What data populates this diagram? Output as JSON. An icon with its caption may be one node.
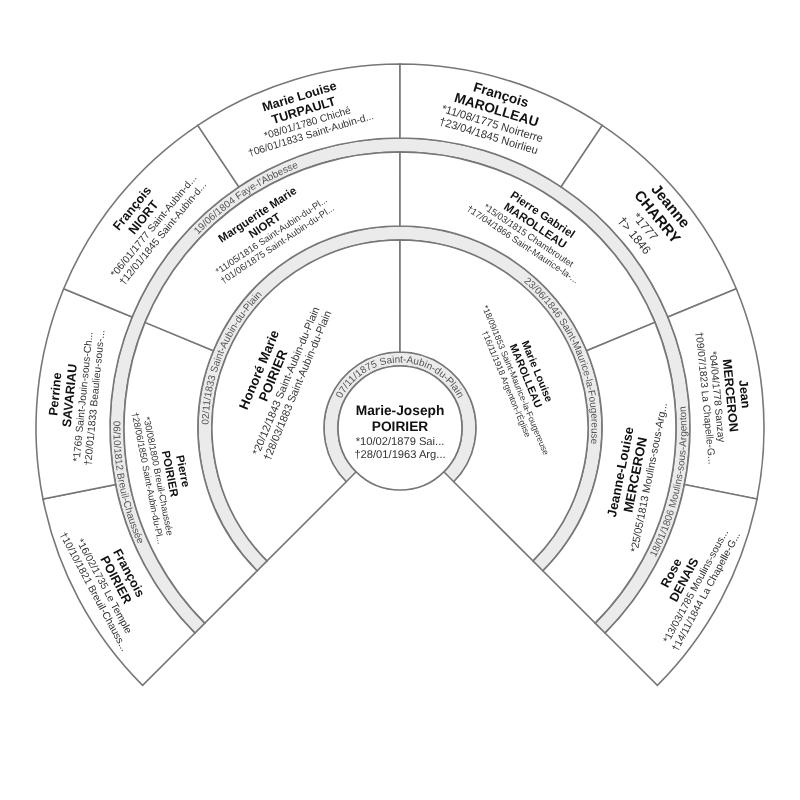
{
  "diagram": {
    "nodes": [
      {
        "text": [
          "Marie-Joseph POIRIER",
          "*10/02/1879 Sai...",
          "†28/01/1963 Arg..."
        ]
      },
      {
        "text": [
          "Honoré Marie POIRIER",
          "*20/12/1843 Saint-Aubin-du-Plain",
          "†28/03/1883 Saint-Aubin-du-Plain"
        ]
      },
      {
        "text": [
          "Marie Louise MAROLLEAU",
          "*18/09/1853 Saint-Maurice-la-Fougereuse",
          "†16/11/1918 Argenton-l'Église"
        ]
      },
      {
        "text": [
          "Pierre POIRIER",
          "*30/08/1800 Breuil-Chaussée",
          "†28/06/1850 Saint-Aubin-du-Pl..."
        ]
      },
      {
        "text": [
          "Marguerite Marie NIORT",
          "*11/05/1816 Saint-Aubin-du-Pl...",
          "†01/06/1875 Saint-Aubin-du-Pl..."
        ]
      },
      {
        "text": [
          "Pierre Gabriel MAROLLEAU",
          "*15/03/1815 Chambroutet",
          "†17/04/1866 Saint-Maurice-la-..."
        ]
      },
      {
        "text": [
          "Jeanne-Louise MERCERON",
          "*25/05/1813 Moulins-sous-Arg..."
        ]
      },
      {
        "text": [
          "François POIRIER",
          "*16/02/1735 Le Temple",
          "†10/10/1821 Breuil-Chauss..."
        ]
      },
      {
        "text": [
          "Perrine SAVARIAU",
          "*1769 Saint-Jouin-sous-Ch...",
          "†20/01/1833 Beaulieu-sous-..."
        ]
      },
      {
        "text": [
          "François NIORT",
          "*06/01/1777 Saint-Aubin-d...",
          "†12/01/1845 Saint-Aubin-d..."
        ]
      },
      {
        "text": [
          "Marie Louise TURPAULT",
          "*08/01/1780 Chiché",
          "†06/01/1833 Saint-Aubin-d..."
        ]
      },
      {
        "text": [
          "François MAROLLEAU",
          "*11/08/1775 Noirterre",
          "†23/04/1845 Noirlieu"
        ]
      },
      {
        "text": [
          "Jeanne CHARRY",
          "*1777",
          "†> 1846"
        ]
      },
      {
        "text": [
          "Jean MERCERON",
          "*04/04/1778 Sanzay",
          "†09/07/1823 La Chapelle-G..."
        ]
      },
      {
        "text": [
          "Rose DENAIS",
          "*13/03/1785 Moulins-sous...",
          "†14/11/1844 La Chapelle-G..."
        ]
      }
    ],
    "labels": [
      "07/11/1875 Saint-Aubin-du-Plain",
      "02/11/1833 Saint-Aubin-du-Plain",
      "23/06/1846 Saint-Maurice-la-Fougereuse",
      "06/10/1812 Breuil-Chaussée",
      "19/06/1804 Faye-l'Abbesse",
      "18/01/1806 Moulins-sous-Argenton"
    ]
  }
}
